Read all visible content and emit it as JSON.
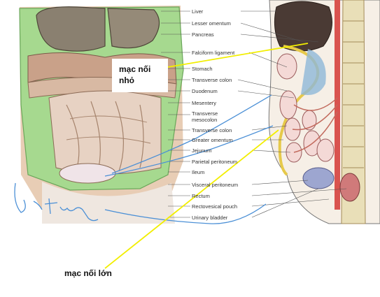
{
  "labels": [
    "Liver",
    "Lesser omentum",
    "Pancreas",
    "Falciform ligament",
    "Stomach",
    "Transverse colon",
    "Duodenum",
    "Mesentery",
    "Transverse",
    "mesocolon",
    "Transverse colon",
    "Greater omentum",
    "Jejunum",
    "Parietal peritoneum",
    "Ileum",
    "Visceral peritoneum",
    "Rectum",
    "Rectovesical pouch",
    "Urinary bladder"
  ],
  "annotations": {
    "lesser_omentum_note": [
      "mạc nối",
      "nhỏ"
    ],
    "greater_omentum_note": "mạc nối lớn"
  },
  "colors": {
    "annotation_line": "#f2ee00",
    "handwriting": "#4a8fd6",
    "peritoneum_green": "#a6d98f",
    "liver": "#8a8070",
    "leader_line": "#555555"
  }
}
